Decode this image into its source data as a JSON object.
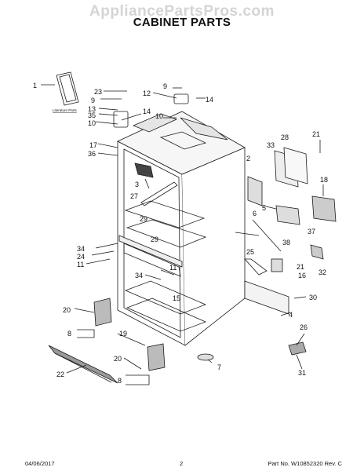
{
  "watermark": "AppliancePartsPros.com",
  "title": "CABINET PARTS",
  "literature_label": "Literature Parts",
  "callouts": {
    "c1": "1",
    "c23": "23",
    "c9a": "9",
    "c13": "13",
    "c35": "35",
    "c10a": "10",
    "c17": "17",
    "c36": "36",
    "c14a": "14",
    "c9b": "9",
    "c12": "12",
    "c14b": "14",
    "c10b": "10",
    "c3": "3",
    "c27": "27",
    "c29a": "29",
    "c29b": "29",
    "c2": "2",
    "c33": "33",
    "c28": "28",
    "c21a": "21",
    "c18": "18",
    "c5": "5",
    "c6": "6",
    "c38": "38",
    "c37": "37",
    "c25": "25",
    "c21b": "21",
    "c16": "16",
    "c32": "32",
    "c34a": "34",
    "c24": "24",
    "c11a": "11",
    "c11b": "11",
    "c34b": "34",
    "c15": "15",
    "c30": "30",
    "c4": "4",
    "c20a": "20",
    "c8a": "8",
    "c19": "19",
    "c26": "26",
    "c22": "22",
    "c20b": "20",
    "c8b": "8",
    "c7": "7",
    "c31": "31"
  },
  "footer": {
    "date": "04/06/2017",
    "page": "2",
    "part": "Part No.  W10852320  Rev.  C"
  }
}
